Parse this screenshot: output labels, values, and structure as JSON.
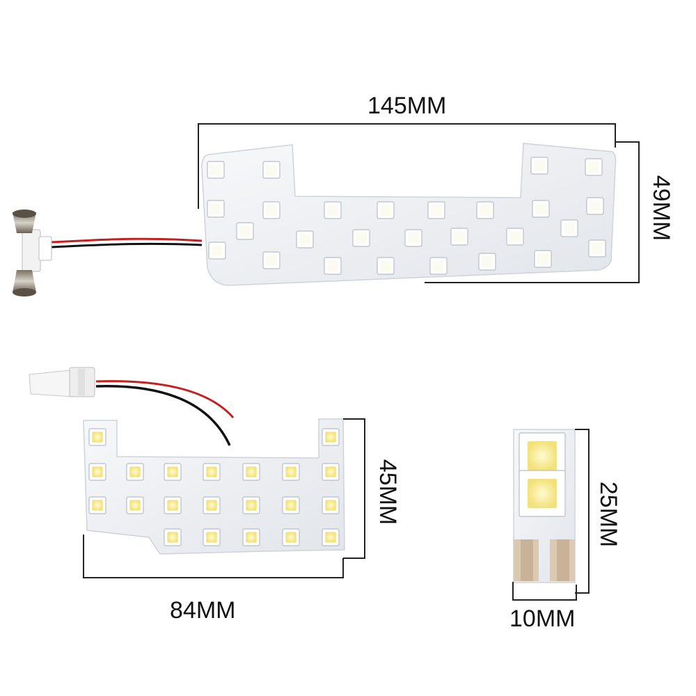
{
  "dimensions": {
    "large_width": "145MM",
    "large_height": "49MM",
    "medium_width": "84MM",
    "medium_height": "45MM",
    "small_width": "10MM",
    "small_height": "25MM"
  },
  "colors": {
    "pcb": "#eef0f3",
    "led_face": "#f4f7ff",
    "led_frame": "#c8ccd2",
    "dimension_line": "#222222",
    "wire_red": "#c42020",
    "wire_black": "#111111"
  }
}
